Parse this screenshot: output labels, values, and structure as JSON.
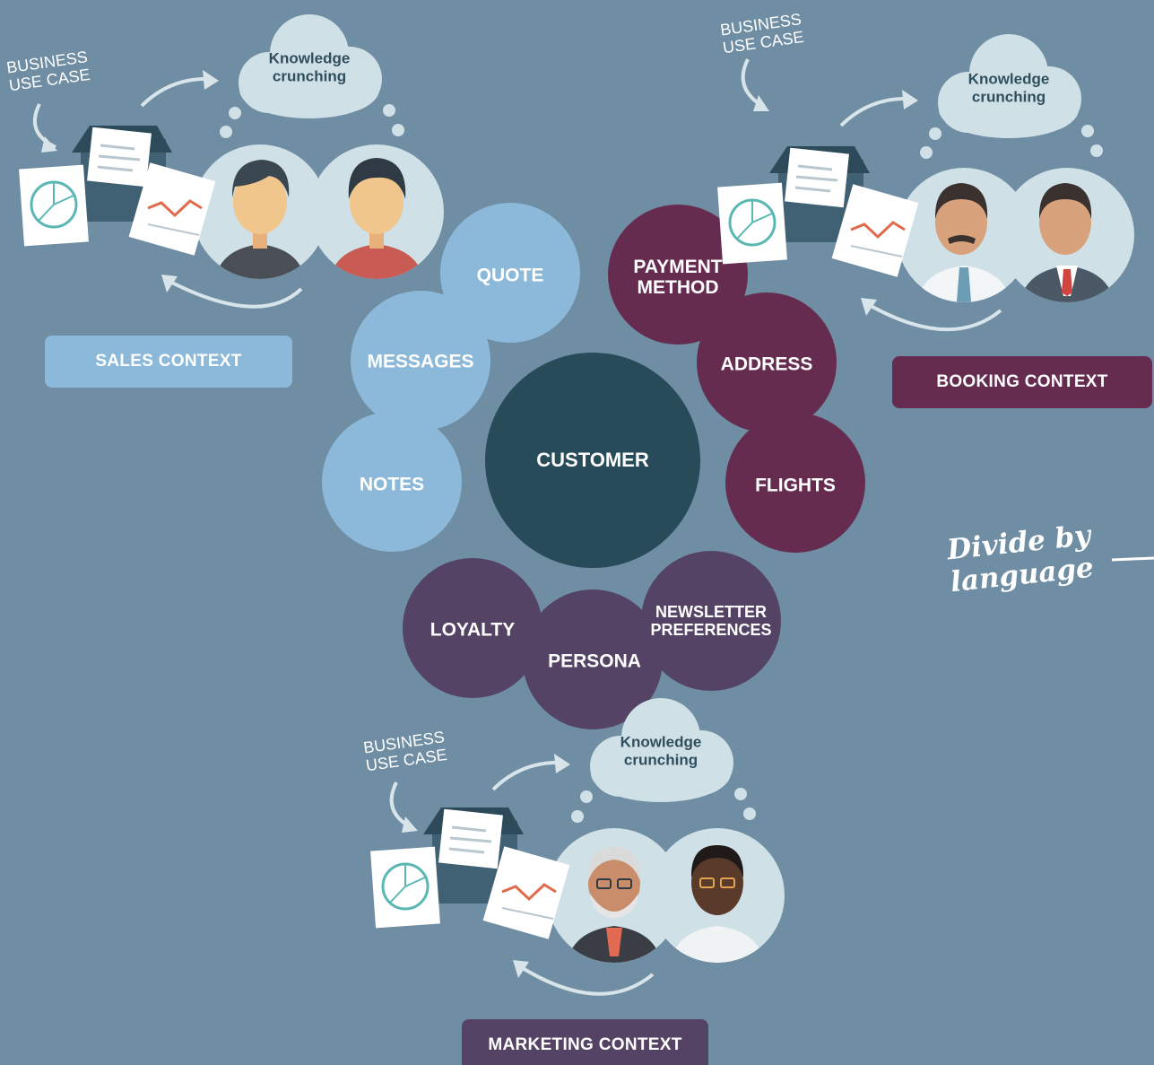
{
  "colors": {
    "background": "#6f8ea3",
    "sales": "#8cb9d9",
    "booking": "#652c50",
    "marketing": "#544364",
    "customer": "#284b5a"
  },
  "center": {
    "label": "CUSTOMER"
  },
  "sales": {
    "context_label": "SALES CONTEXT",
    "bubbles": [
      "QUOTE",
      "MESSAGES",
      "NOTES"
    ],
    "cloud": "Knowledge\ncrunching",
    "use_case": "BUSINESS\nUSE CASE"
  },
  "booking": {
    "context_label": "BOOKING CONTEXT",
    "bubbles": [
      "PAYMENT\nMETHOD",
      "ADDRESS",
      "FLIGHTS"
    ],
    "cloud": "Knowledge\ncrunching",
    "use_case": "BUSINESS\nUSE CASE"
  },
  "marketing": {
    "context_label": "MARKETING CONTEXT",
    "bubbles": [
      "LOYALTY",
      "PERSONA",
      "NEWSLETTER\nPREFERENCES"
    ],
    "cloud": "Knowledge\ncrunching",
    "use_case": "BUSINESS\nUSE CASE"
  },
  "annotation": "Divide by\nlanguage",
  "icons": [
    "document-pie-chart-icon",
    "document-line-chart-icon",
    "box-icon",
    "person-icon",
    "cloud-icon",
    "arrow-icon"
  ]
}
